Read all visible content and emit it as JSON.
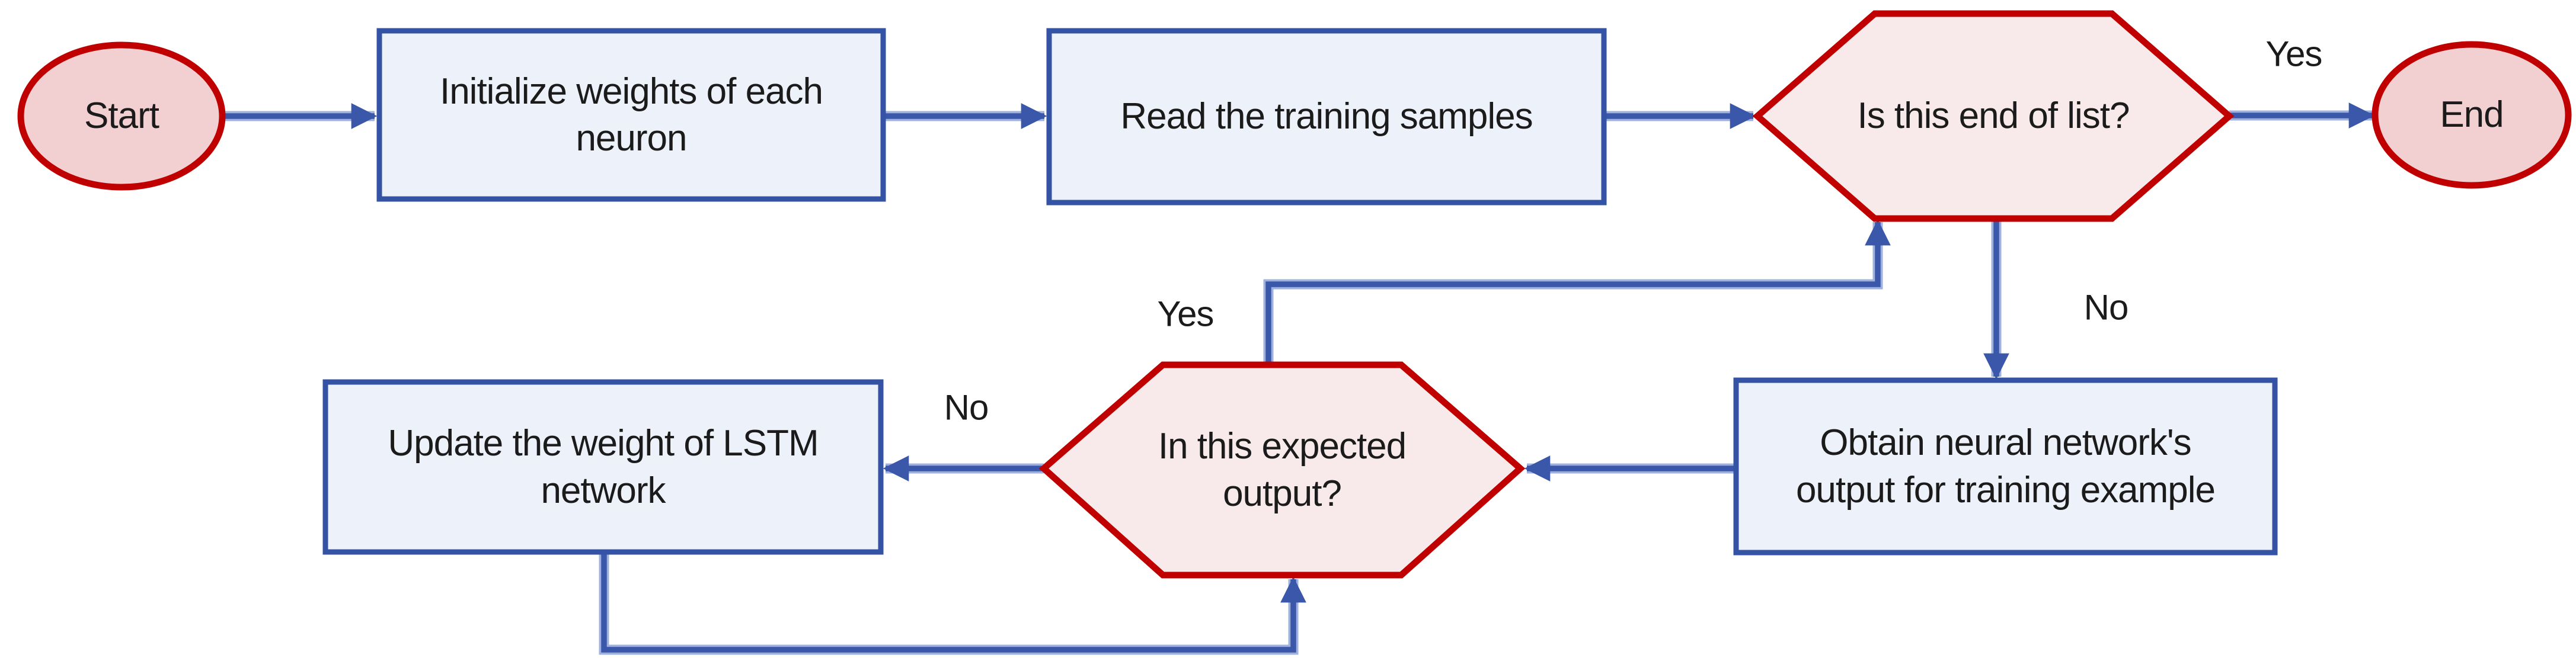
{
  "title": "LSTM neural network training flowchart",
  "colors": {
    "terminal_stroke": "#c00000",
    "terminal_fill": "#f2d0d1",
    "decision_stroke": "#c00000",
    "decision_fill": "#f8eaea",
    "process_stroke": "#3453a4",
    "process_fill": "#edf1f9",
    "connector": "#3a57a9",
    "connector_halo": "#9fb2dd",
    "text": "#1b1b1b",
    "background": "#ffffff"
  },
  "nodes": {
    "start": {
      "label": "Start",
      "shape": "ellipse"
    },
    "initialize": {
      "label": "Initialize weights of each\nneuron",
      "shape": "rect"
    },
    "read": {
      "label": "Read the training samples",
      "shape": "rect"
    },
    "end_of_list": {
      "label": "Is this end of list?",
      "shape": "hexagon"
    },
    "end": {
      "label": "End",
      "shape": "ellipse"
    },
    "obtain": {
      "label": "Obtain neural network's\noutput for training example",
      "shape": "rect"
    },
    "expected": {
      "label": "In this expected\noutput?",
      "shape": "hexagon"
    },
    "update": {
      "label": "Update the weight of LSTM\nnetwork",
      "shape": "rect"
    }
  },
  "edges": [
    {
      "id": "start-initialize",
      "from": "start",
      "to": "initialize",
      "label": ""
    },
    {
      "id": "initialize-read",
      "from": "initialize",
      "to": "read",
      "label": ""
    },
    {
      "id": "read-end_of_list",
      "from": "read",
      "to": "end_of_list",
      "label": ""
    },
    {
      "id": "end_of_list-end",
      "from": "end_of_list",
      "to": "end",
      "label": "Yes"
    },
    {
      "id": "end_of_list-obtain",
      "from": "end_of_list",
      "to": "obtain",
      "label": "No"
    },
    {
      "id": "obtain-expected",
      "from": "obtain",
      "to": "expected",
      "label": ""
    },
    {
      "id": "expected-update",
      "from": "expected",
      "to": "update",
      "label": "No"
    },
    {
      "id": "expected-end_of_list",
      "from": "expected",
      "to": "end_of_list",
      "label": "Yes"
    },
    {
      "id": "update-expected",
      "from": "update",
      "to": "expected",
      "label": ""
    }
  ]
}
